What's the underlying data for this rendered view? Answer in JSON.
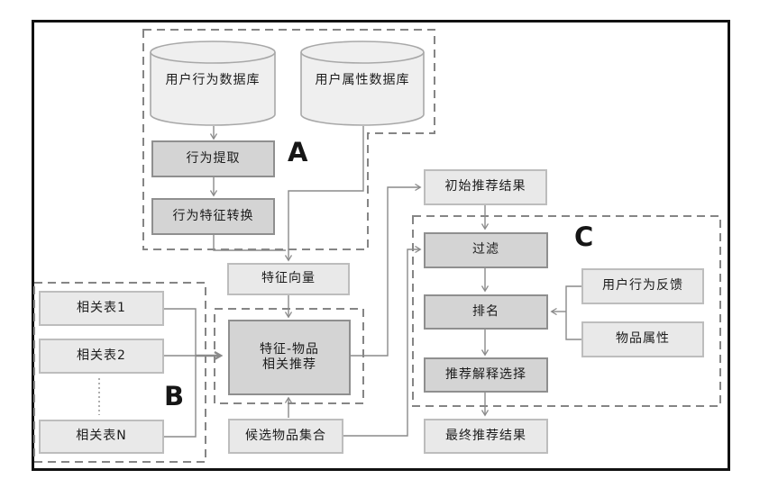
{
  "sections": {
    "a": "A",
    "b": "B",
    "c": "C"
  },
  "nodes": {
    "user_behavior_db": "用户行为数据库",
    "user_attribute_db": "用户属性数据库",
    "behavior_extraction": "行为提取",
    "behavior_feature_conversion": "行为特征转换",
    "feature_vector": "特征向量",
    "initial_recommendation_result": "初始推荐结果",
    "filtering": "过滤",
    "ranking": "排名",
    "user_behavior_feedback": "用户行为反馈",
    "item_attributes": "物品属性",
    "recommendation_explanation_selection": "推荐解释选择",
    "final_recommendation_result": "最终推荐结果",
    "feature_item_line1": "特征-物品",
    "feature_item_line2": "相关推荐",
    "candidate_item_set": "候选物品集合",
    "related_table_1": "相关表1",
    "related_table_2": "相关表2",
    "related_table_n": "相关表N"
  },
  "colors": {
    "frame": "#111111",
    "dark_box_fill": "#d4d4d4",
    "dark_box_border": "#8f8f8f",
    "light_box_fill": "#e9e9e9",
    "light_box_border": "#bdbdbd",
    "cylinder_fill": "#efefef",
    "cylinder_border": "#a8a8a8",
    "line": "#8a8a8a",
    "dashed_border": "#858585",
    "text": "#1c1c1c"
  }
}
